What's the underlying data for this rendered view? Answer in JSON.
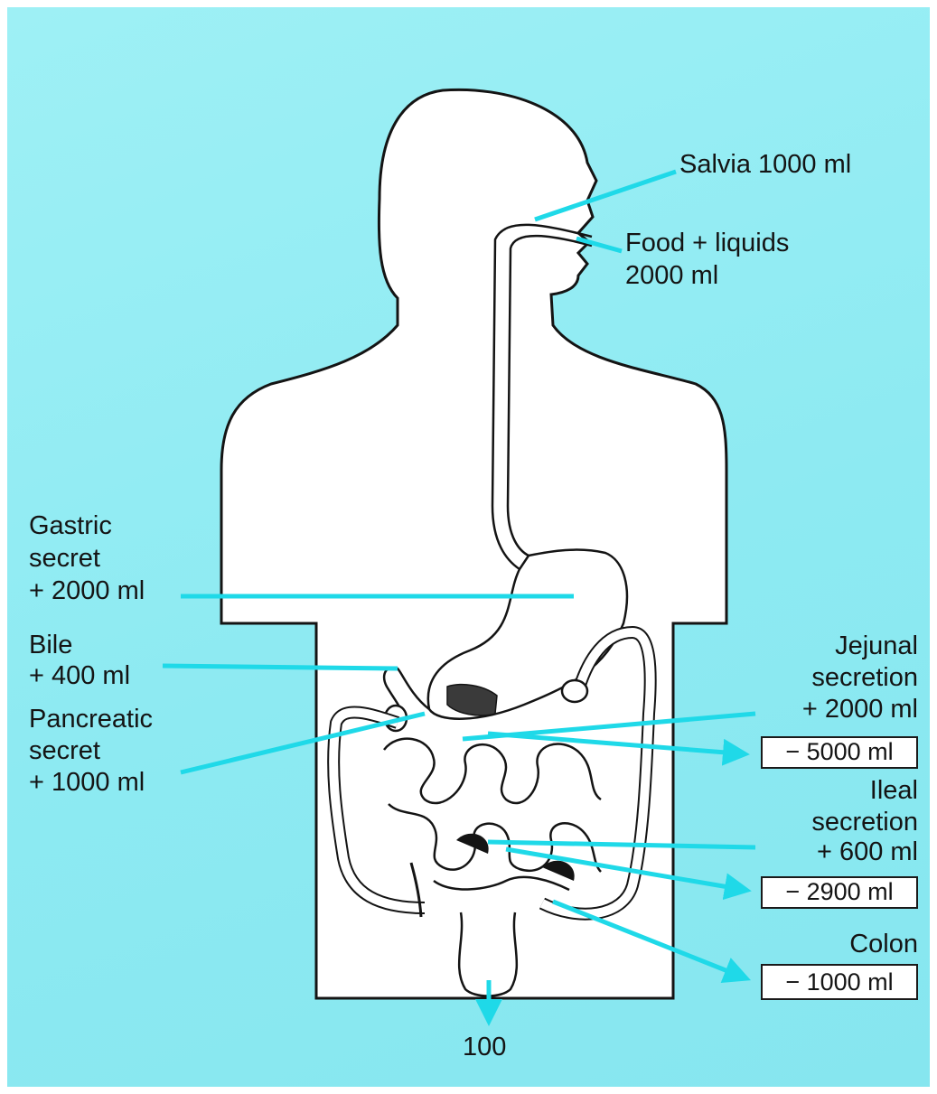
{
  "labels": {
    "saliva": "Salvia 1000 ml",
    "food_line1": "Food + liquids",
    "food_line2": "2000 ml",
    "gastric_line1": "Gastric",
    "gastric_line2": "secret",
    "gastric_line3": "+ 2000 ml",
    "bile_line1": "Bile",
    "bile_line2": "+ 400 ml",
    "pancreatic_line1": "Pancreatic",
    "pancreatic_line2": "secret",
    "pancreatic_line3": "+ 1000 ml",
    "jejunal_line1": "Jejunal",
    "jejunal_line2": "secretion",
    "jejunal_line3": "+ 2000 ml",
    "jejunal_absorb": "− 5000 ml",
    "ileal_line1": "Ileal",
    "ileal_line2": "secretion",
    "ileal_line3": "+ 600 ml",
    "ileal_absorb": "− 2900 ml",
    "colon_line1": "Colon",
    "colon_absorb": "− 1000 ml",
    "output": "100"
  },
  "colors": {
    "background": "#8deaf2",
    "arrow": "#1fd9e8",
    "outline": "#141414",
    "body_fill": "#ffffff"
  }
}
